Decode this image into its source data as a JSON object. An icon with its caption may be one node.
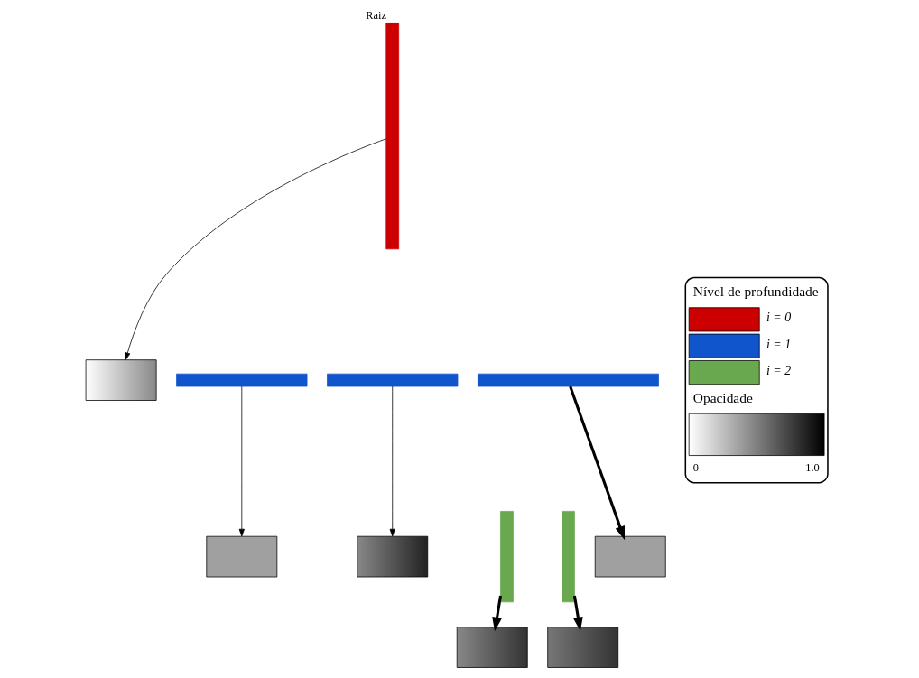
{
  "diagram": {
    "nodes": [
      {
        "text": [],
        "shape": "bar",
        "beside": [
          "Raiz"
        ]
      },
      {
        "text": [],
        "shape": "box"
      },
      {
        "text": [],
        "shape": "box"
      },
      {
        "text": [],
        "shape": "bar"
      },
      {
        "text": [],
        "shape": "box"
      },
      {
        "text": [],
        "shape": "bar"
      },
      {
        "text": [],
        "shape": "box"
      },
      {
        "text": [],
        "shape": "bar"
      },
      {
        "text": [],
        "shape": "bar"
      },
      {
        "text": [],
        "shape": "bar"
      },
      {
        "text": [],
        "shape": "box"
      },
      {
        "text": [],
        "shape": "box"
      }
    ],
    "edges": [
      {
        "from": 0,
        "to": 1,
        "arrow": "to"
      },
      {
        "from": 3,
        "to": 2,
        "arrow": "to"
      },
      {
        "from": 5,
        "to": 4,
        "arrow": "to"
      },
      {
        "from": 7,
        "to": 6,
        "arrow": "to",
        "style": "thick"
      },
      {
        "from": 8,
        "to": 11,
        "arrow": "to",
        "style": "thick"
      },
      {
        "from": 9,
        "to": 10,
        "arrow": "to",
        "style": "thick"
      }
    ],
    "labels": [
      "Nível de profundidade",
      "Opacidade",
      "0",
      "1.0"
    ],
    "legend": [
      {
        "text": "i = 0",
        "color": "#cc0000"
      },
      {
        "text": "i = 1",
        "color": "#1155cc"
      },
      {
        "text": "i = 2",
        "color": "#6aa84f"
      }
    ]
  }
}
